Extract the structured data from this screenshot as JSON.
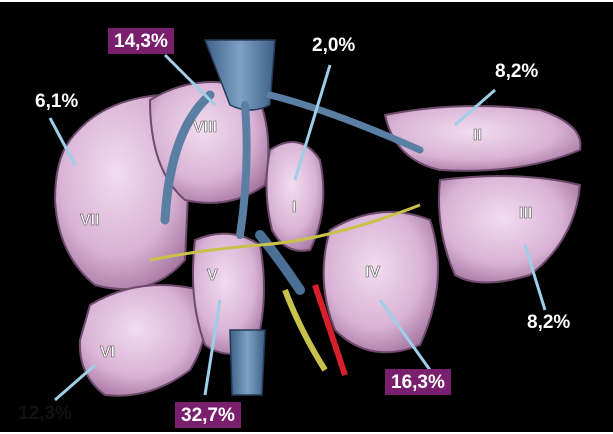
{
  "segments": [
    "I",
    "II",
    "III",
    "IV",
    "V",
    "VI",
    "VII",
    "VIII"
  ],
  "percentages": {
    "segment_i": "2,0%",
    "segment_ii": "8,2%",
    "segment_iii": "8,2%",
    "segment_iv": "16,3%",
    "segment_v": "32,7%",
    "segment_vi": "12,3%",
    "segment_vii": "6,1%",
    "segment_viii": "14,3%"
  },
  "colors": {
    "background": "#000000",
    "liver_tissue": "#d9b3d6",
    "label_box": "#7a1f6e",
    "veins": "#5b7fa3",
    "artery": "#d8202a",
    "bile_duct": "#c9c24a",
    "callout_line": "#9ecfe8"
  }
}
